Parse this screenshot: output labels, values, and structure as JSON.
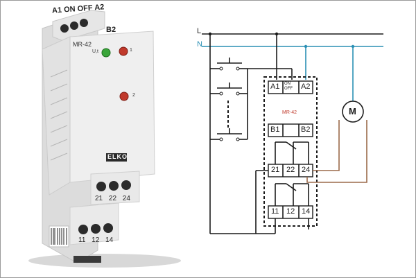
{
  "device": {
    "top_label": "A1 ON OFF A2",
    "second_label": "B2",
    "model": "MR-42",
    "brand": "ELKO",
    "led1_label": "U,t",
    "led2_label": "1",
    "led3_label": "2",
    "terminals_mid": "21 22 24",
    "terminals_bottom": "11 12 14",
    "colors": {
      "body": "#ececec",
      "green_led": "#3aa53a",
      "red_led": "#c0392b",
      "brand_bg": "#2b2b2b"
    }
  },
  "schematic": {
    "line_L": "L",
    "line_N": "N",
    "motor": "M",
    "model": "MR-42",
    "row1": [
      "A1",
      "ON OFF",
      "A2"
    ],
    "row2": [
      "B1",
      "B2"
    ],
    "row3": [
      "21",
      "22",
      "24"
    ],
    "row4": [
      "11",
      "12",
      "14"
    ],
    "colors": {
      "phase": "#1a1a1a",
      "neutral": "#2a8fb4",
      "motor_wire": "#9b6a4a"
    }
  }
}
